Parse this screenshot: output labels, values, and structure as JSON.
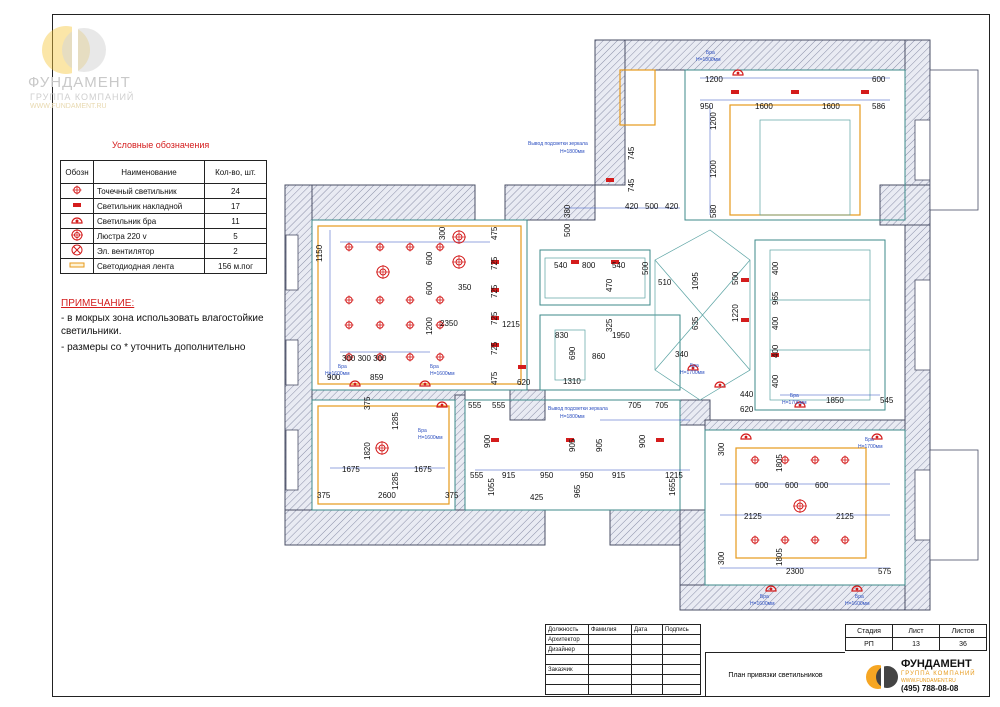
{
  "logo": {
    "name": "ФУНДАМЕНТ",
    "subtitle": "ГРУППА КОМПАНИЙ",
    "url": "WWW.FUNDAMENT.RU"
  },
  "legend": {
    "title": "Условные обозначения",
    "headers": {
      "symbol": "Обозн",
      "name": "Наименование",
      "qty": "Кол-во, шт."
    },
    "rows": [
      {
        "icon": "spotlight-icon",
        "name": "Точечный светильник",
        "qty": "24"
      },
      {
        "icon": "surface-light-icon",
        "name": "Светильник накладной",
        "qty": "17"
      },
      {
        "icon": "sconce-icon",
        "name": "Светильник бра",
        "qty": "11"
      },
      {
        "icon": "chandelier-icon",
        "name": "Люстра 220 v",
        "qty": "5"
      },
      {
        "icon": "fan-icon",
        "name": "Эл. вентилятор",
        "qty": "2"
      },
      {
        "icon": "led-strip-icon",
        "name": "Светодиодная лента",
        "qty": "156 м.пог"
      }
    ]
  },
  "notes": {
    "title": "ПРИМЕЧАНИЕ:",
    "line1": "- в мокрых зона использовать влагостойкие",
    "line2": "светильники.",
    "line3": "- размеры со * уточнить дополнительно"
  },
  "plan": {
    "dims_living": [
      "1150",
      "300",
      "600",
      "600",
      "1200",
      "350",
      "2350",
      "900",
      "859",
      "300 300 300",
      "475",
      "725",
      "725",
      "725",
      "725",
      "475",
      "1215",
      "620"
    ],
    "dims_bedroom1": [
      "1200",
      "600",
      "950",
      "1600",
      "1600",
      "586",
      "1200",
      "1200",
      "580"
    ],
    "dims_bath": [
      "745",
      "745",
      "420",
      "500",
      "420",
      "380",
      "500",
      "540",
      "800",
      "540",
      "470",
      "510",
      "500",
      "830",
      "1950",
      "860",
      "1310",
      "325",
      "690"
    ],
    "dims_corridor": [
      "555",
      "555",
      "705",
      "705",
      "900",
      "905",
      "905",
      "900",
      "555",
      "915",
      "950",
      "950",
      "915",
      "1215",
      "1055",
      "1655",
      "965",
      "425"
    ],
    "dims_room2": [
      "375",
      "1285",
      "1820",
      "1675",
      "1675",
      "1285",
      "375",
      "2600",
      "375"
    ],
    "dims_room3": [
      "400",
      "965",
      "400",
      "400",
      "400",
      "1095",
      "500",
      "1220",
      "635",
      "1850",
      "545",
      "440",
      "620",
      "340"
    ],
    "dims_room4": [
      "300",
      "1805",
      "600",
      "600",
      "600",
      "2125",
      "2125",
      "1805",
      "300",
      "2300",
      "575"
    ],
    "labels": {
      "mirror1": "Вывод подсветки зеркала",
      "mirror1_h": "Н=1800мм",
      "mirror2": "Вывод подсветки зеркала",
      "mirror2_h": "Н=1800мм",
      "bra": "Бра",
      "bra_h1600": "Н=1600мм",
      "bra_h1700": "Н=1700мм",
      "bra_h1800": "Н=1800мм"
    }
  },
  "stamp": {
    "headers": [
      "Должность",
      "Фамилия",
      "Дата",
      "Подпись"
    ],
    "roles": [
      "Архитектор",
      "Дизайнер",
      "Заказчик"
    ],
    "drawing_title": "План привязки светильников",
    "sheet_headers": [
      "Стадия",
      "Лист",
      "Листов"
    ],
    "sheet_values": [
      "РП",
      "13",
      "36"
    ],
    "company": "ФУНДАМЕНТ",
    "company_sub": "ГРУППА КОМПАНИЙ",
    "company_url": "WWW.FUNDAMENT.RU",
    "phone": "(495) 788-08-08"
  },
  "colors": {
    "wall": "#8a8fa8",
    "accent_red": "#d41c1c",
    "dim_blue": "#2a4dbf",
    "led_orange": "#e79a1b",
    "logo_yellow": "#f6c83e"
  }
}
